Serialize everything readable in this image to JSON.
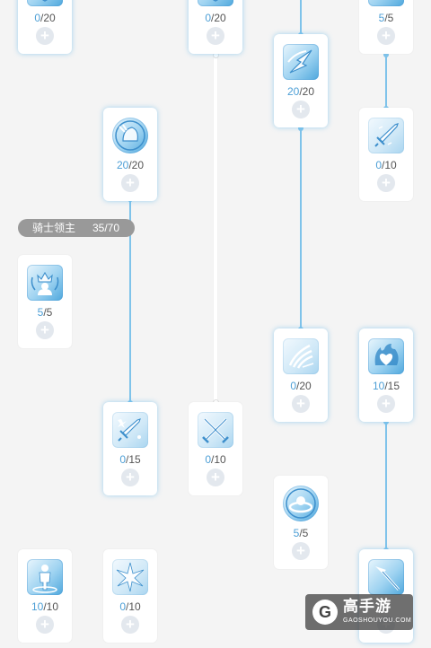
{
  "tier": {
    "name": "骑士领主",
    "count": "35/70"
  },
  "skills": [
    {
      "id": "s1",
      "icon": "shield-icon",
      "current": "0",
      "max": "/20",
      "plus": "+"
    },
    {
      "id": "s2",
      "icon": "shield-icon",
      "current": "0",
      "max": "/20",
      "plus": "+"
    },
    {
      "id": "s3",
      "icon": "wings-icon",
      "current": "5",
      "max": "/5",
      "plus": "+"
    },
    {
      "id": "s4",
      "icon": "lightning-icon",
      "current": "20",
      "max": "/20",
      "plus": "+"
    },
    {
      "id": "s5",
      "icon": "winged-helmet-icon",
      "current": "20",
      "max": "/20",
      "plus": "+"
    },
    {
      "id": "s6",
      "icon": "sword-icon",
      "current": "0",
      "max": "/10",
      "plus": "+"
    },
    {
      "id": "s7",
      "icon": "crown-figure-icon",
      "current": "5",
      "max": "/5",
      "plus": "+"
    },
    {
      "id": "s8",
      "icon": "claw-icon",
      "current": "0",
      "max": "/20",
      "plus": "+"
    },
    {
      "id": "s9",
      "icon": "flaming-heart-icon",
      "current": "10",
      "max": "/15",
      "plus": "+"
    },
    {
      "id": "s10",
      "icon": "sparkle-sword-icon",
      "current": "0",
      "max": "/15",
      "plus": "+"
    },
    {
      "id": "s11",
      "icon": "crossed-swords-icon",
      "current": "0",
      "max": "/10",
      "plus": "+"
    },
    {
      "id": "s12",
      "icon": "ring-icon",
      "current": "5",
      "max": "/5",
      "plus": "+"
    },
    {
      "id": "s13",
      "icon": "hero-icon",
      "current": "10",
      "max": "/10",
      "plus": "+"
    },
    {
      "id": "s14",
      "icon": "burst-icon",
      "current": "0",
      "max": "/10",
      "plus": "+"
    },
    {
      "id": "s15",
      "icon": "spear-icon",
      "current": "",
      "max": "",
      "plus": "+"
    }
  ],
  "watermark": {
    "logo": "G",
    "brand": "高手游",
    "url": "GAOSHOUYOU.COM"
  },
  "colors": {
    "accent": "#4d9fd6",
    "connector": "#7fc3ea",
    "label_bg": "#999999"
  }
}
